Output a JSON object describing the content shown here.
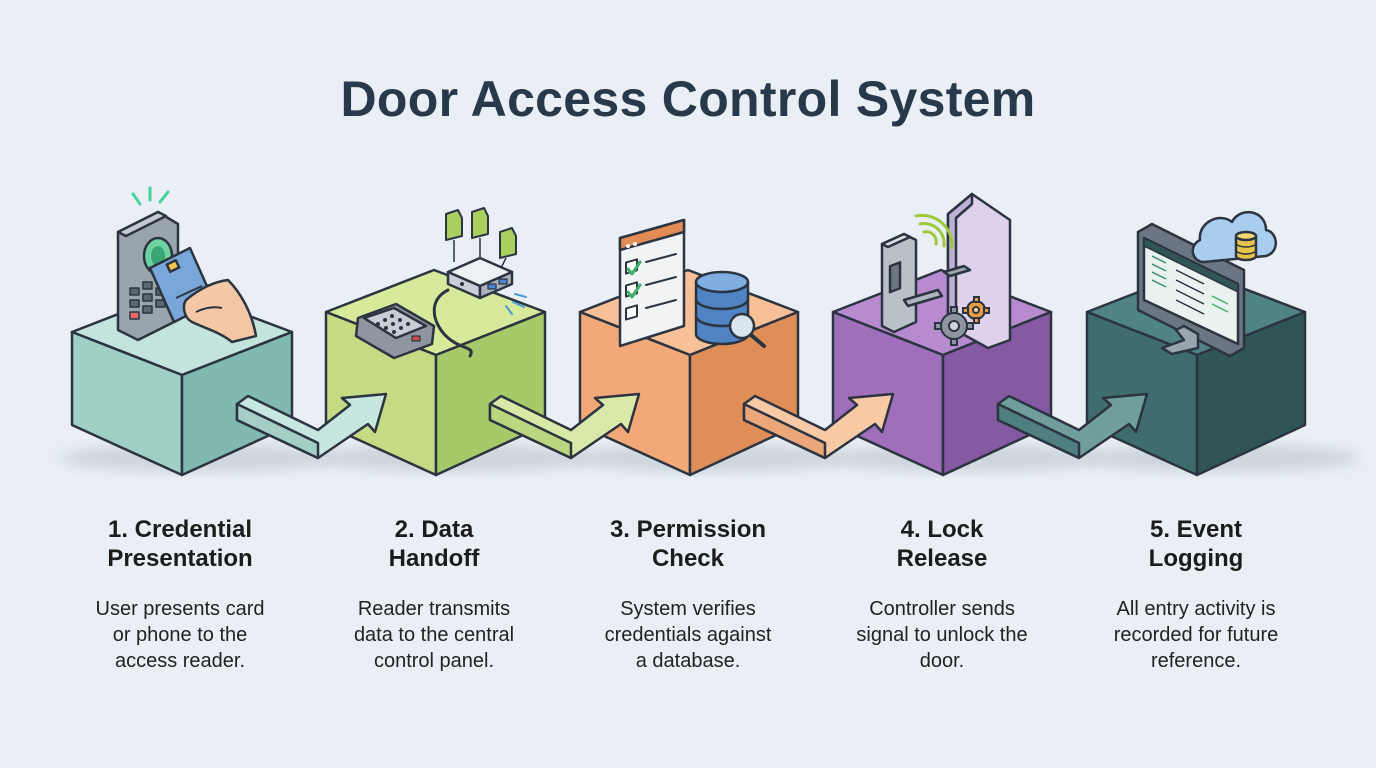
{
  "title": "Door Access Control System",
  "colors": {
    "background": "#e9eff4",
    "title": "#27394a",
    "step1": "#a8d4cc",
    "step2": "#c8df8c",
    "step3": "#f4ad7c",
    "step4": "#a471bd",
    "step5": "#3d6b6c"
  },
  "steps": [
    {
      "title_lines": [
        "1. Credential",
        "Presentation"
      ],
      "desc_lines": [
        "User presents card",
        "or phone to the",
        "access reader."
      ],
      "icons": [
        "keypad-reader-icon",
        "access-card-icon",
        "hand-icon",
        "wireless-signal-icon"
      ]
    },
    {
      "title_lines": [
        "2. Data",
        "Handoff"
      ],
      "desc_lines": [
        "Reader transmits",
        "data to the central",
        "control panel."
      ],
      "icons": [
        "card-reader-icon",
        "control-panel-icon",
        "data-packet-icon",
        "cable-icon"
      ]
    },
    {
      "title_lines": [
        "3. Permission",
        "Check"
      ],
      "desc_lines": [
        "System verifies",
        "credentials against",
        "a database."
      ],
      "icons": [
        "checklist-window-icon",
        "database-icon",
        "magnifier-icon"
      ]
    },
    {
      "title_lines": [
        "4. Lock",
        "Release"
      ],
      "desc_lines": [
        "Controller sends",
        "signal to unlock the",
        "door."
      ],
      "icons": [
        "door-lock-icon",
        "door-icon",
        "gears-icon",
        "signal-icon"
      ]
    },
    {
      "title_lines": [
        "5. Event",
        "Logging"
      ],
      "desc_lines": [
        "All entry activity is",
        "recorded for future",
        "reference."
      ],
      "icons": [
        "monitor-log-icon",
        "cloud-database-icon"
      ]
    }
  ]
}
